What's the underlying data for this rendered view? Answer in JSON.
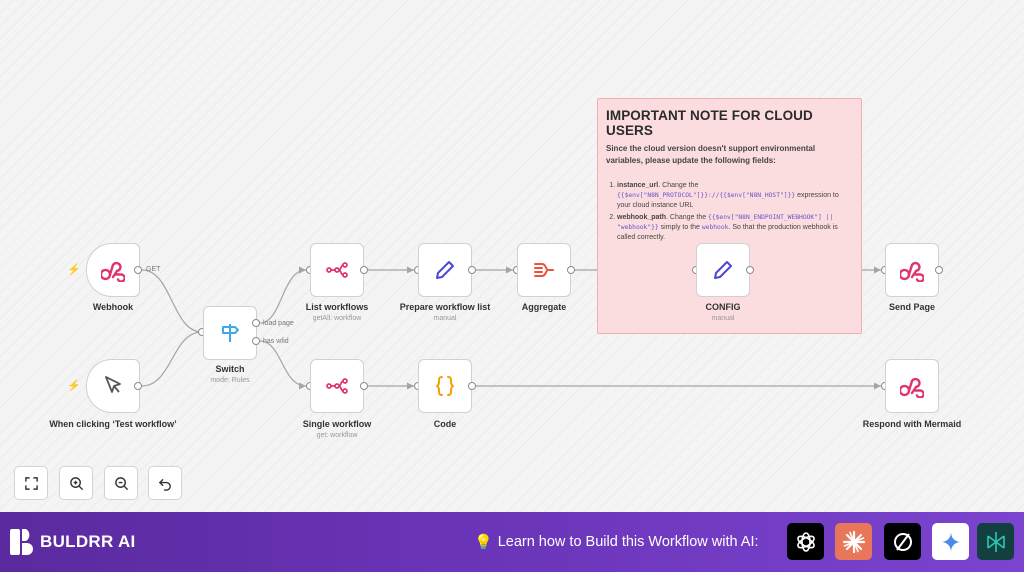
{
  "nodes": {
    "webhook": {
      "label": "Webhook",
      "port_label": "GET"
    },
    "test": {
      "label": "When clicking ‘Test workflow’"
    },
    "switch": {
      "label": "Switch",
      "sub": "mode: Rules",
      "out1": "load page",
      "out2": "has wfid"
    },
    "list_workflows": {
      "label": "List workflows",
      "sub": "getAll: workflow"
    },
    "prepare": {
      "label": "Prepare workflow list",
      "sub": "manual"
    },
    "aggregate": {
      "label": "Aggregate"
    },
    "config": {
      "label": "CONFIG",
      "sub": "manual"
    },
    "send_page": {
      "label": "Send Page"
    },
    "single_workflow": {
      "label": "Single workflow",
      "sub": "get: workflow"
    },
    "code": {
      "label": "Code"
    },
    "respond": {
      "label": "Respond with Mermaid"
    }
  },
  "note": {
    "title": "IMPORTANT NOTE FOR CLOUD USERS",
    "intro": "Since the cloud version doesn't support environmental variables, please update the following fields:",
    "item1_name": "instance_url",
    "item1_text_a": ". Change the ",
    "item1_code": "{{$env[\"N8N_PROTOCOL\"]}}://{{$env[\"N8N_HOST\"]}}",
    "item1_text_b": " expression to your cloud instance URL",
    "item2_name": "webhook_path",
    "item2_text_a": ". Change the ",
    "item2_code": "{{$env[\"N8N_ENDPOINT_WEBHOOK\"] || \"webhook\"}}",
    "item2_text_b": " simply to the ",
    "item2_code2": "webhook",
    "item2_text_c": ". So that the production webhook is called correctly."
  },
  "controls": [
    "fit-view",
    "zoom-in",
    "zoom-out",
    "undo"
  ],
  "footer": {
    "brand": "BULDRR AI",
    "cta": "Learn how to Build this Workflow with AI:",
    "ai_icons": [
      "chatgpt-icon",
      "claude-icon",
      "perplexity-icon",
      "gemini-icon",
      "deepseek-icon"
    ]
  },
  "colors": {
    "webhook_accent": "#e0356c",
    "switch_accent": "#3fa9e8",
    "edit_accent": "#4d46d6",
    "aggregate_accent": "#f0513e",
    "code_accent": "#f59f0b",
    "note_bg": "#fbdde0",
    "footer_bg": "#6a34b8"
  }
}
